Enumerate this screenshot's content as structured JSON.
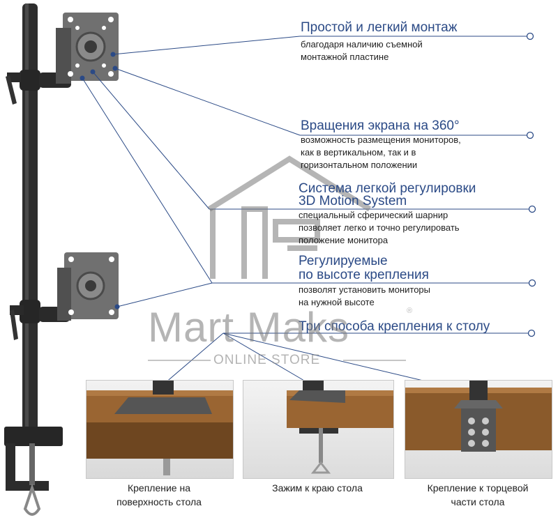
{
  "features": [
    {
      "title": "Простой и легкий монтаж",
      "lines": [
        "благодаря наличию съемной",
        "монтажной пластине"
      ]
    },
    {
      "title": "Вращения экрана на 360°",
      "lines": [
        "возможность размещения мониторов,",
        "как в вертикальном, так и в",
        "горизонтальном положении"
      ]
    },
    {
      "title": "Система легкой регулировки",
      "title2": "3D Motion System",
      "lines": [
        "специальный сферический шарнир",
        "позволяет легко и точно регулировать",
        "положение монитора"
      ]
    },
    {
      "title": "Регулируемые",
      "title2": "по высоте крепления",
      "lines": [
        "позволят установить мониторы",
        "на нужной высоте"
      ]
    },
    {
      "title": "Три способа крепления к столу",
      "lines": []
    }
  ],
  "mounts": [
    {
      "caption_line1": "Крепление на",
      "caption_line2": "поверхность стола"
    },
    {
      "caption_line1": "Зажим к краю стола",
      "caption_line2": ""
    },
    {
      "caption_line1": "Крепление к торцевой",
      "caption_line2": "части стола"
    }
  ],
  "watermark": {
    "logo": "Mart Maks",
    "subtitle": "ONLINE STORE",
    "registered": "®"
  },
  "colors": {
    "accent": "#2b4a86",
    "pole": "#2a2a2a",
    "wood": "#8a5a2b",
    "plate": "#6b6b6b"
  }
}
